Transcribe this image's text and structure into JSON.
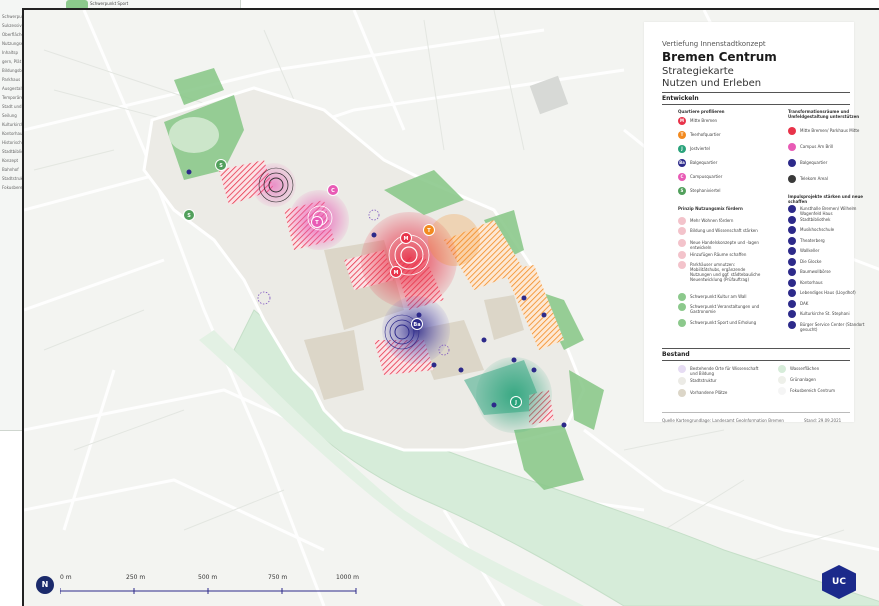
{
  "under_sheet": {
    "lines": [
      "Schwerpunkt Sport",
      "Sukzessive M",
      "Oberflächen",
      "Nutzungserg",
      "Inhaltsp",
      "gern, Plät",
      "Bildungsbau",
      "Parkhaus",
      "Ausgestaltung",
      "Temporäre",
      "Stadt und Spo",
      "Seilung",
      "Kulturkirche",
      "Kontorhaus",
      "Historisches",
      "Stadtbibliothek",
      "Konzept",
      "Bahnhof",
      "Stadtstruktur",
      "Fokusbereich"
    ],
    "sport_label": "Schwerpunkt Sport"
  },
  "legend": {
    "kicker": "Vertiefung Innenstadtkonzept",
    "title": "Bremen Centrum",
    "subtitle1": "Strategiekarte",
    "subtitle2": "Nutzen und Erleben",
    "section_develop": "Entwickeln",
    "col1_head": "Quartiere profilieren",
    "col1_items": [
      {
        "label": "Mitte Bremen",
        "color": "#e8334a",
        "glyph": "M"
      },
      {
        "label": "Teerhofquartier",
        "color": "#f28a1f",
        "glyph": "T"
      },
      {
        "label": "Jostviertel",
        "color": "#2aa37b",
        "glyph": "J"
      },
      {
        "label": "Balgequartier",
        "color": "#2d2a8a",
        "glyph": "Ba"
      },
      {
        "label": "Campusquartier",
        "color": "#e85bb5",
        "glyph": "C"
      },
      {
        "label": "Stephaniviertel",
        "color": "#52a05c",
        "glyph": "S"
      }
    ],
    "col1b_head": "Prinzip Nutzungsmix fördern",
    "col1b_items": [
      {
        "label": "Mehr Wohnen fördern"
      },
      {
        "label": "Bildung und Wissenschaft stärken"
      },
      {
        "label": "Neue Handelskonzepte und -lagen entwickeln"
      },
      {
        "label": "Hinzufügen Räume schaffen"
      },
      {
        "label": "Parkhäuser umnutzen: Mobilitätshubs, ergänzende Nutzungen und ggf. städtebauliche Neuentwicklung (Prüfauftrag)"
      },
      {
        "label": "Schwerpunkt Kultur am Wall"
      },
      {
        "label": "Schwerpunkt Veranstaltungen und Gastronomie"
      },
      {
        "label": "Schwerpunkt Sport und Erholung"
      }
    ],
    "col2_head": "Transformationsräume und Umfeldgestaltung unterstützen",
    "col2_items": [
      {
        "label": "Mitte Bremen/ Parkhaus Mitte",
        "color": "#e8334a"
      },
      {
        "label": "Campus Am Brill",
        "color": "#e85bb5"
      },
      {
        "label": "Balgequartier",
        "color": "#2d2a8a"
      },
      {
        "label": "Telekom Areal",
        "color": "#3a3a3a"
      }
    ],
    "col2b_head": "Impulsprojekte stärken und neue schaffen",
    "col2b_items": [
      "Kunsthalle Bremen/ Wilhelm Wagenfeld Haus",
      "Stadtbibliothek",
      "Musikhochschule",
      "Theaterberg",
      "Wallkeller",
      "Die Glocke",
      "Baumwollbörse",
      "Kontorhaus",
      "Lebendiges Haus (Lloydhof)",
      "DAK",
      "Kulturkirche St. Stephani",
      "Bürger Service Center (Standort gesucht)"
    ],
    "section_stock": "Bestand",
    "stock_col1": [
      "Bestehende Orte für Wissenschaft und Bildung",
      "Stadtstruktur",
      "Vorhandene Plätze"
    ],
    "stock_col2": [
      "Wasserflächen",
      "Grünanlagen",
      "Fokusbereich Centrum"
    ],
    "source": "Quelle Kartengrundlage: Landesamt GeoInformation Bremen",
    "date": "Stand: 29.09.2021"
  },
  "scale": {
    "labels": [
      "0 m",
      "250 m",
      "500 m",
      "750 m",
      "1000 m"
    ],
    "north": "N"
  },
  "badge": "UC",
  "map": {
    "markers": [
      {
        "glyph": "S",
        "color": "#52a05c"
      },
      {
        "glyph": "S",
        "color": "#52a05c"
      },
      {
        "glyph": "C",
        "color": "#e85bb5"
      },
      {
        "glyph": "T",
        "color": "#e85bb5"
      },
      {
        "glyph": "T",
        "color": "#f28a1f"
      },
      {
        "glyph": "M",
        "color": "#e8334a"
      },
      {
        "glyph": "M",
        "color": "#e8334a"
      },
      {
        "glyph": "Ba",
        "color": "#2d2a8a"
      },
      {
        "glyph": "J",
        "color": "#2aa37b"
      }
    ]
  },
  "colors": {
    "mitte": "#e8334a",
    "teerhof": "#f28a1f",
    "jost": "#2aa37b",
    "balge": "#2d2a8a",
    "campus": "#e85bb5",
    "stephani": "#52a05c",
    "river": "#d6ecd9",
    "green": "#8cc98c"
  }
}
